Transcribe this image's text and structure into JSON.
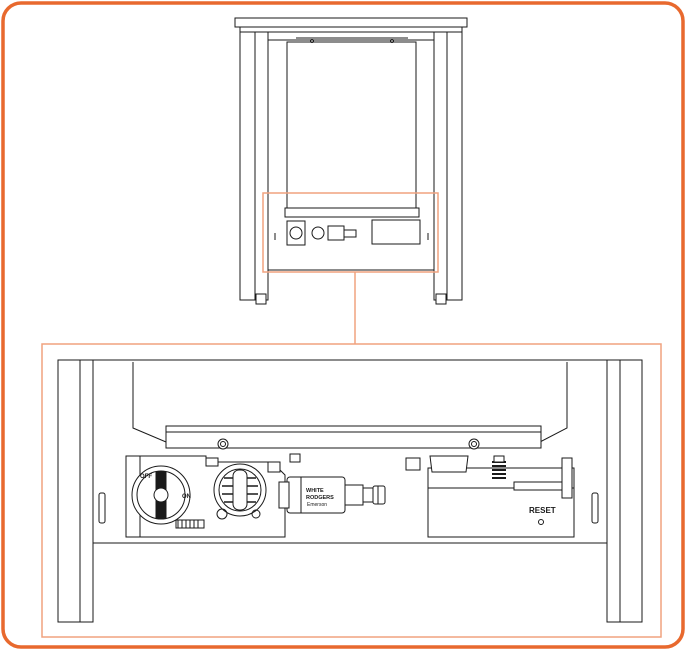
{
  "figure": {
    "border_color": "#e8692e",
    "callout_color": "#f0a27f",
    "line_color": "#1a1a1a",
    "fill_gray": "#d4d4d4"
  },
  "labels": {
    "reset": "RESET",
    "valve_line1": "WHITE",
    "valve_line2": "RODGERS",
    "valve_line3": "Emerson"
  }
}
